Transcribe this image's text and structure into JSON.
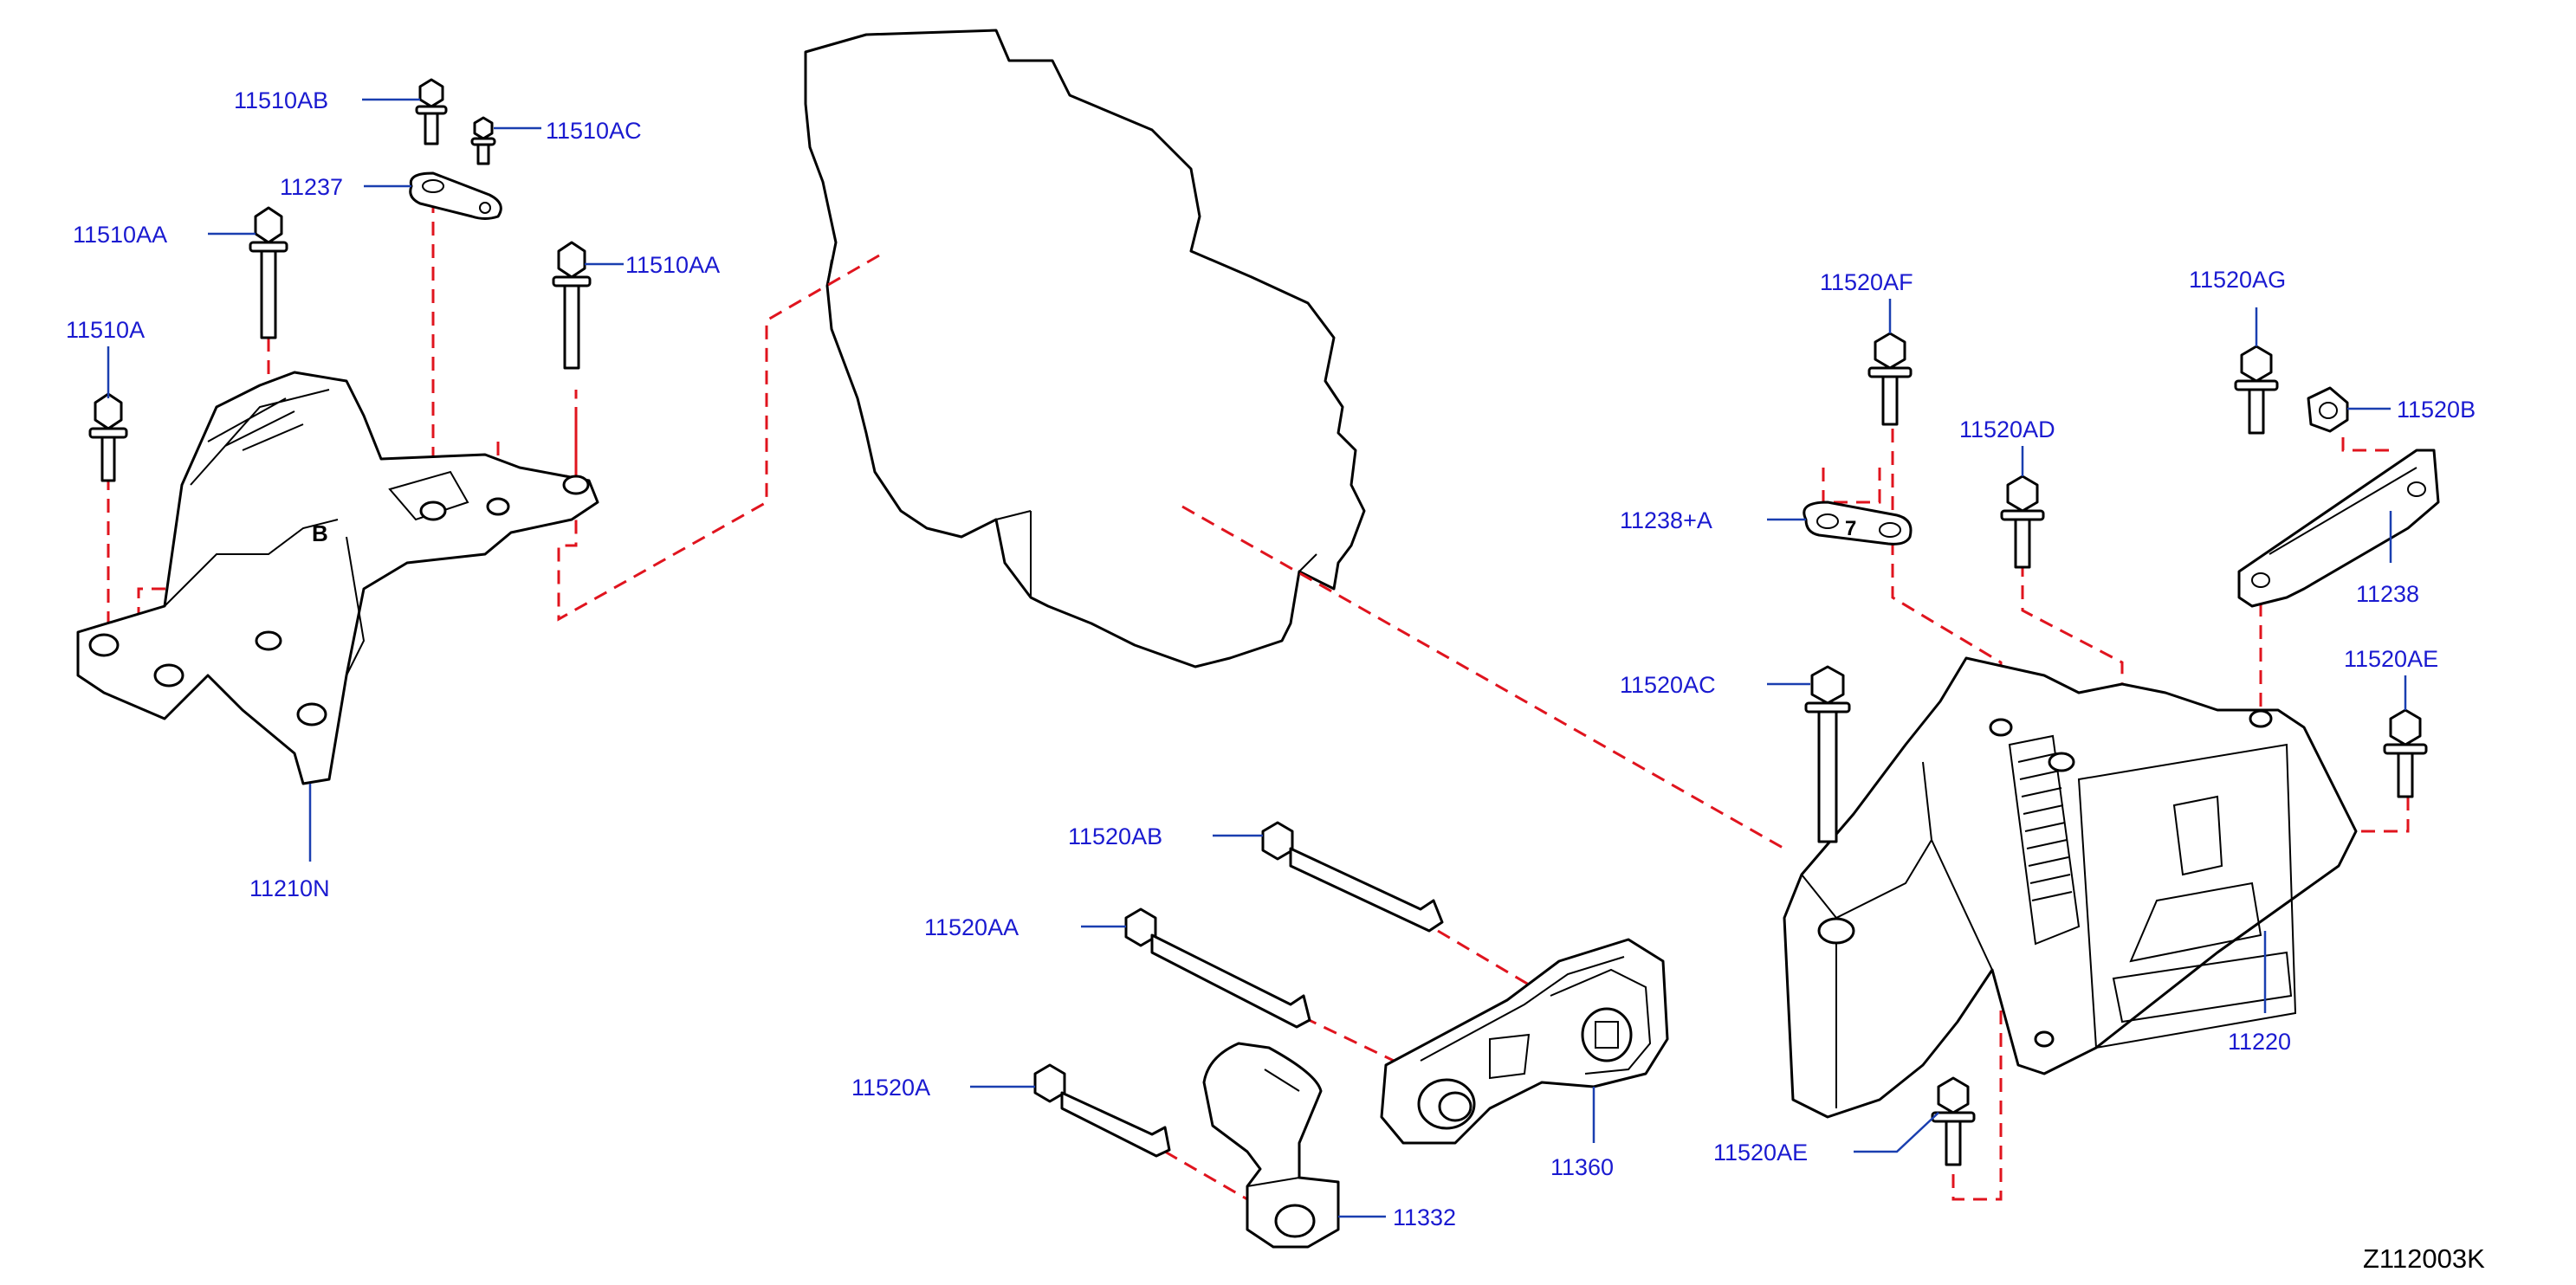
{
  "diagram_code": "Z112003K",
  "parts": [
    {
      "id": "p-11510AB",
      "label": "11510AB"
    },
    {
      "id": "p-11510AC",
      "label": "11510AC"
    },
    {
      "id": "p-11237",
      "label": "11237"
    },
    {
      "id": "p-11510AA-a",
      "label": "11510AA"
    },
    {
      "id": "p-11510AA-b",
      "label": "11510AA"
    },
    {
      "id": "p-11510A",
      "label": "11510A"
    },
    {
      "id": "p-11210N",
      "label": "11210N"
    },
    {
      "id": "p-11520AF",
      "label": "11520AF"
    },
    {
      "id": "p-11520AG",
      "label": "11520AG"
    },
    {
      "id": "p-11520B",
      "label": "11520B"
    },
    {
      "id": "p-11520AD",
      "label": "11520AD"
    },
    {
      "id": "p-11238A",
      "label": "11238+A"
    },
    {
      "id": "p-11238",
      "label": "11238"
    },
    {
      "id": "p-11520AC",
      "label": "11520AC"
    },
    {
      "id": "p-11520AE-a",
      "label": "11520AE"
    },
    {
      "id": "p-11520AB",
      "label": "11520AB"
    },
    {
      "id": "p-11520AA",
      "label": "11520AA"
    },
    {
      "id": "p-11520A",
      "label": "11520A"
    },
    {
      "id": "p-11360",
      "label": "11360"
    },
    {
      "id": "p-11332",
      "label": "11332"
    },
    {
      "id": "p-11220",
      "label": "11220"
    },
    {
      "id": "p-11520AE-b",
      "label": "11520AE"
    }
  ]
}
